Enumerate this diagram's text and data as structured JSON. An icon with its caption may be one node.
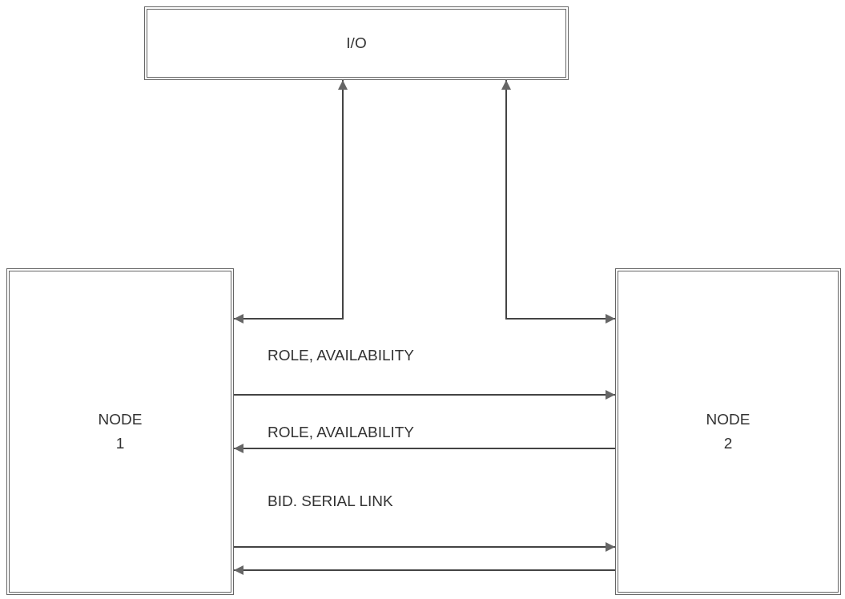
{
  "diagram": {
    "nodes": [
      {
        "text": [
          "I/O"
        ]
      },
      {
        "text": [
          "NODE 1"
        ]
      },
      {
        "text": [
          "NODE 2"
        ]
      }
    ],
    "edges": [
      {
        "from": 0,
        "to": 1,
        "arrow": "both"
      },
      {
        "from": 0,
        "to": 2,
        "arrow": "both"
      },
      {
        "from": 1,
        "to": 2,
        "arrow": "to",
        "label": "ROLE, AVAILABILITY"
      },
      {
        "from": 2,
        "to": 1,
        "arrow": "to",
        "label": "ROLE, AVAILABILITY"
      },
      {
        "from": 1,
        "to": 2,
        "arrow": "to",
        "label": "BID. SERIAL LINK"
      },
      {
        "from": 2,
        "to": 1,
        "arrow": "to"
      }
    ]
  }
}
